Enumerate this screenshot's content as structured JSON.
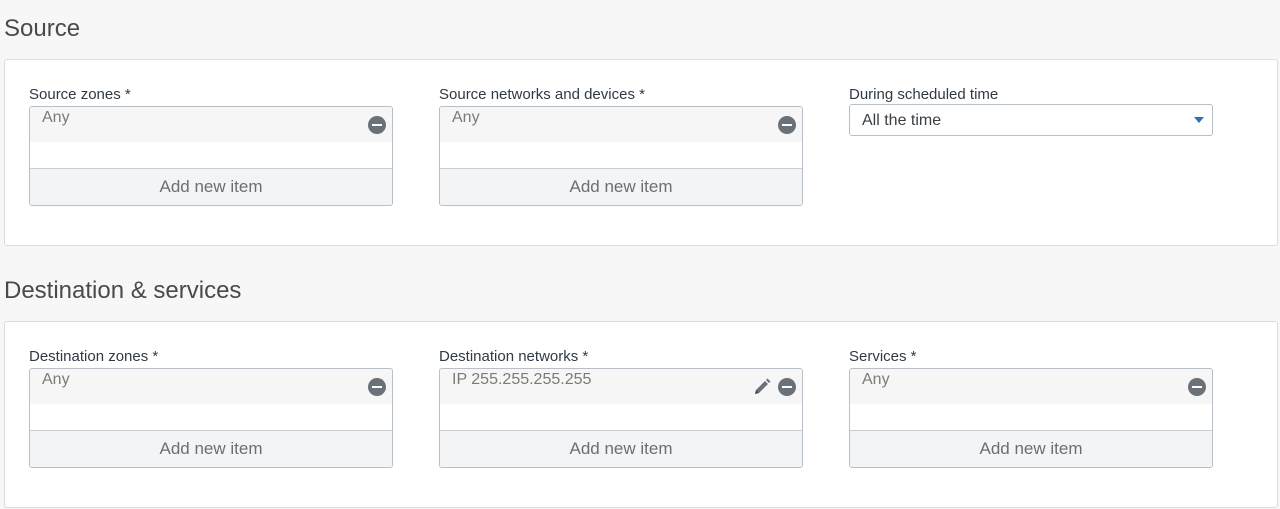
{
  "source": {
    "title": "Source",
    "zones": {
      "label": "Source zones *",
      "items": [
        "Any"
      ],
      "add_label": "Add new item"
    },
    "networks": {
      "label": "Source networks and devices *",
      "items": [
        "Any"
      ],
      "add_label": "Add new item"
    },
    "schedule": {
      "label": "During scheduled time",
      "selected": "All the time"
    }
  },
  "destination": {
    "title": "Destination & services",
    "zones": {
      "label": "Destination zones *",
      "items": [
        "Any"
      ],
      "add_label": "Add new item"
    },
    "networks": {
      "label": "Destination networks *",
      "items": [
        "IP 255.255.255.255"
      ],
      "add_label": "Add new item"
    },
    "services": {
      "label": "Services *",
      "items": [
        "Any"
      ],
      "add_label": "Add new item"
    }
  },
  "icons": {
    "remove": "minus-circle-icon",
    "edit": "pencil-icon",
    "dropdown": "chevron-down-icon"
  },
  "colors": {
    "accent": "#2f6fb5",
    "remove_icon": "#6b7178"
  }
}
